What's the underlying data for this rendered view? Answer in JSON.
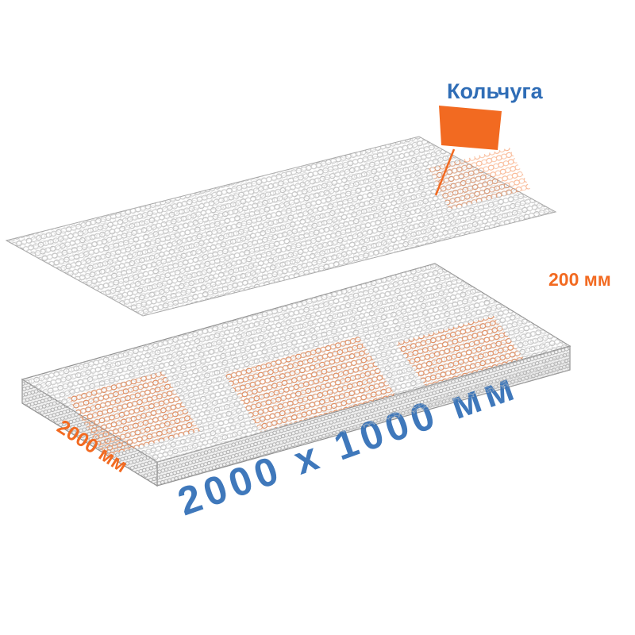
{
  "title": "Mesh mattress panel dimension diagram",
  "colors": {
    "orange": "#f26a21",
    "blue": "#2f6db6",
    "mesh": "#b4b4b4",
    "mesh-light": "#c6c6c6",
    "mesh-dark": "#8f8f8f"
  },
  "labels": {
    "callout": "Кольчуга",
    "dim_left": "2000 мм",
    "dim_right": "200 мм",
    "watermark": "2000 х 1000 мм"
  }
}
